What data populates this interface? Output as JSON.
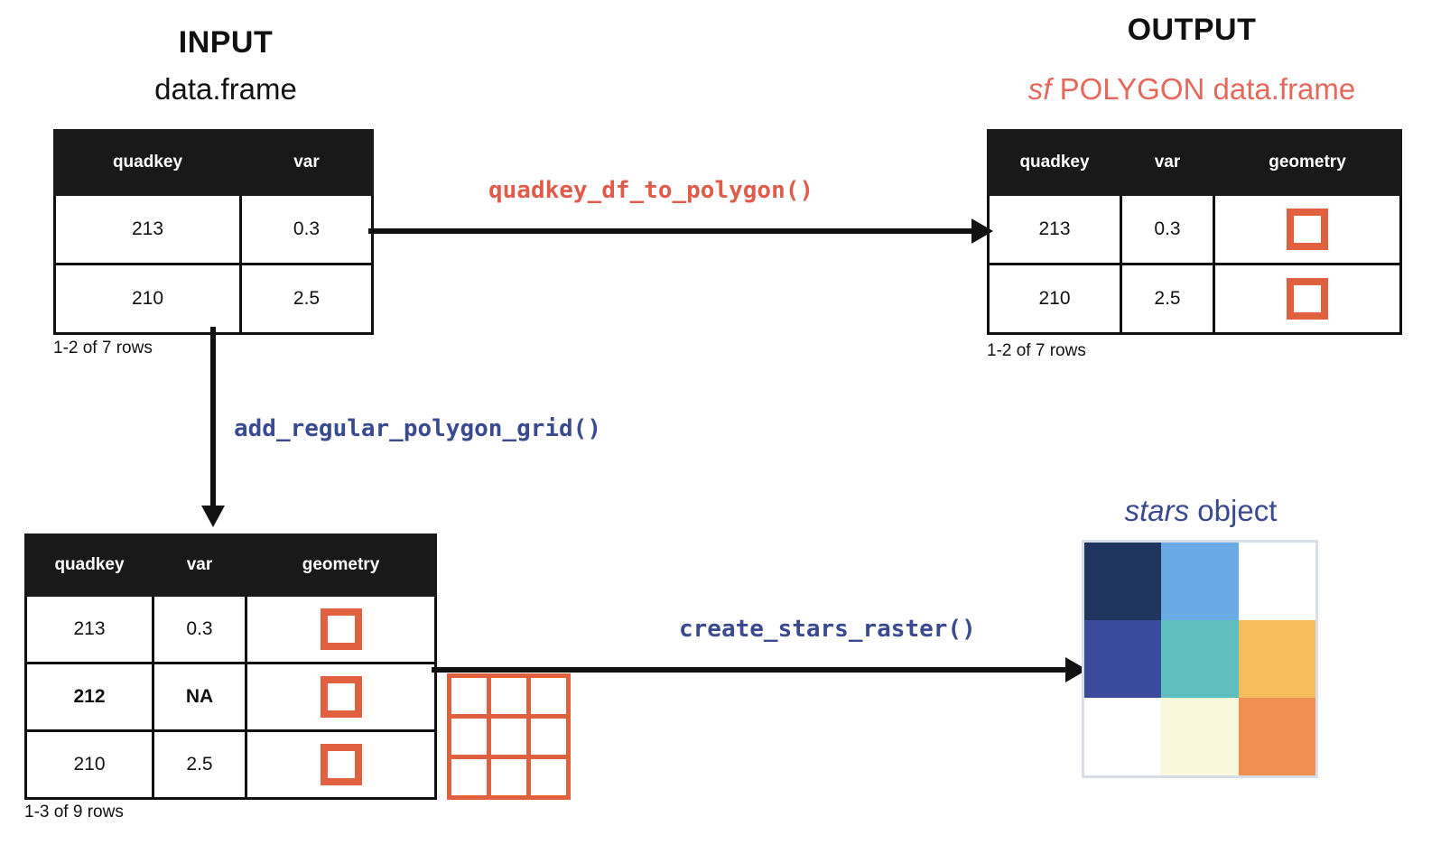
{
  "colors": {
    "accent_red": "#E0603F",
    "title_red": "#E4695C",
    "accent_blue": "#3A4A8F",
    "header_black": "#191919",
    "raster_border": "#D8DEE8"
  },
  "input": {
    "heading": "INPUT",
    "subtitle": "data.frame",
    "columns": [
      "quadkey",
      "var"
    ],
    "rows": [
      {
        "quadkey": "213",
        "var": "0.3"
      },
      {
        "quadkey": "210",
        "var": "2.5"
      }
    ],
    "caption": "1-2 of 7 rows"
  },
  "output": {
    "heading": "OUTPUT",
    "subtitle_italic": "sf",
    "subtitle_rest": " POLYGON data.frame",
    "columns": [
      "quadkey",
      "var",
      "geometry"
    ],
    "rows": [
      {
        "quadkey": "213",
        "var": "0.3",
        "geometry": "polygon-square"
      },
      {
        "quadkey": "210",
        "var": "2.5",
        "geometry": "polygon-square"
      }
    ],
    "caption": "1-2 of 7 rows"
  },
  "grid_table": {
    "columns": [
      "quadkey",
      "var",
      "geometry"
    ],
    "rows": [
      {
        "quadkey": "213",
        "var": "0.3",
        "geometry": "polygon-square",
        "bold": false
      },
      {
        "quadkey": "212",
        "var": "NA",
        "geometry": "polygon-square",
        "bold": true
      },
      {
        "quadkey": "210",
        "var": "2.5",
        "geometry": "polygon-square",
        "bold": false
      }
    ],
    "caption": "1-3 of 9 rows"
  },
  "stars": {
    "title_italic": "stars",
    "title_rest": " object",
    "raster_cells": [
      "#21365F",
      "#6BAAE4",
      "#FFFFFF",
      "#3B4B9B",
      "#5FBFBF",
      "#F5BC5C",
      "#FFFFFF",
      "#FAF7DC",
      "#EF8F52"
    ]
  },
  "functions": {
    "quadkey_df_to_polygon": "quadkey_df_to_polygon()",
    "add_regular_polygon_grid": "add_regular_polygon_grid()",
    "create_stars_raster": "create_stars_raster()"
  },
  "polygon_grid_preview": {
    "rows": 3,
    "cols": 3,
    "color": "#E0603F"
  }
}
